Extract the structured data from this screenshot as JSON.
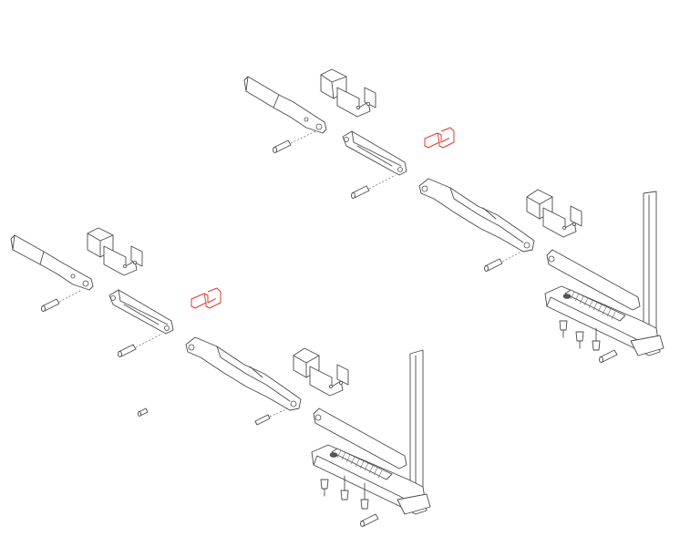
{
  "figure": {
    "kind": "exploded-view illustration",
    "assemblies": 2,
    "highlight_color": "#e03a2f",
    "line_color": "#4a4a4a",
    "background": "#ffffff",
    "highlighted_part": "bracket"
  }
}
